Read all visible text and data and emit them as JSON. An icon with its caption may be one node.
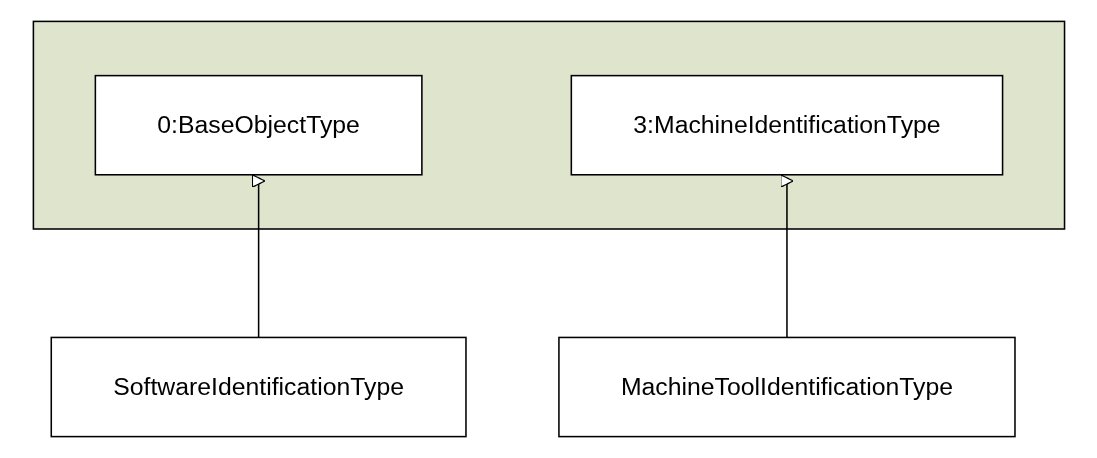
{
  "diagram": {
    "nodes": [
      {
        "text": [],
        "shape": "box"
      },
      {
        "text": [
          "0:BaseObjectType"
        ],
        "in": 0
      },
      {
        "text": [
          "3:MachineIdentificationType"
        ],
        "in": 0
      },
      {
        "text": [
          "MachineToolIdentificationType"
        ]
      },
      {
        "text": [
          "SoftwareIdentificationType"
        ]
      }
    ],
    "edges": [
      {
        "from": 3,
        "to": 2,
        "arrow": "to"
      },
      {
        "from": 4,
        "to": 1,
        "arrow": "to"
      }
    ]
  }
}
